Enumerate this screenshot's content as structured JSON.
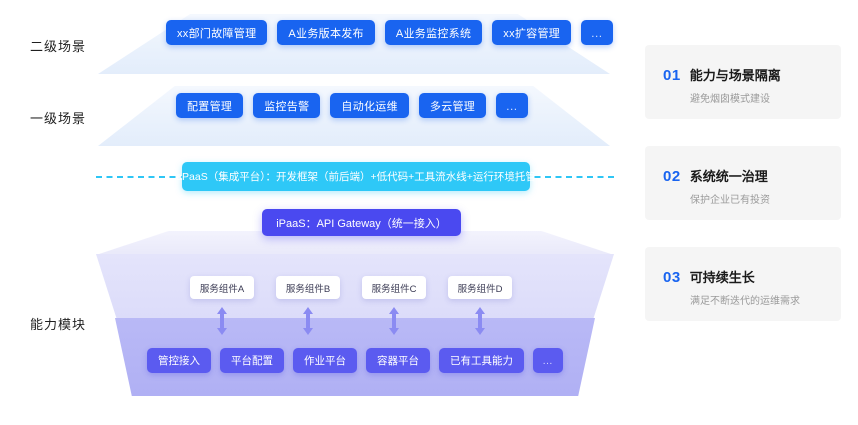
{
  "left_labels": {
    "level2": "二级场景",
    "level1": "一级场景",
    "capability": "能力模块"
  },
  "level2_tags": [
    "xx部门故障管理",
    "A业务版本发布",
    "A业务监控系统",
    "xx扩容管理",
    "…"
  ],
  "level1_tags": [
    "配置管理",
    "监控告警",
    "自动化运维",
    "多云管理",
    "…"
  ],
  "apaas": {
    "text": "aPaaS（集成平台）：开发框架（前后端）+低代码+工具流水线+运行环境托管",
    "color": "#2ec8f7"
  },
  "ipaas": {
    "text": "iPaaS：API Gateway（统一接入）",
    "color": "#4a49f0"
  },
  "service_components": [
    "服务组件A",
    "服务组件B",
    "服务组件C",
    "服务组件D"
  ],
  "capability_tags": [
    "管控接入",
    "平台配置",
    "作业平台",
    "容器平台",
    "已有工具能力",
    "…"
  ],
  "cards": [
    {
      "number": "01",
      "title": "能力与场景隔离",
      "subtitle": "避免烟囱模式建设"
    },
    {
      "number": "02",
      "title": "系统统一治理",
      "subtitle": "保护企业已有投资"
    },
    {
      "number": "03",
      "title": "可持续生长",
      "subtitle": "满足不断迭代的运维需求"
    }
  ],
  "colors": {
    "tag_blue": "#1964f0",
    "accent_number": "#1964f0",
    "cyan": "#2ec8f7",
    "purple": "#5b5bf0",
    "card_bg": "#f5f5f5"
  }
}
